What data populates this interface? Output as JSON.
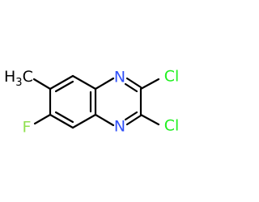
{
  "atoms": {
    "n_top": {
      "text": "N",
      "color": "#3050f8"
    },
    "n_bottom": {
      "text": "N",
      "color": "#3050f8"
    },
    "cl_top": {
      "text": "Cl",
      "color": "#1ff01f"
    },
    "cl_bottom": {
      "text": "Cl",
      "color": "#1ff01f"
    },
    "fluorine": {
      "text": "F",
      "color": "#90e050"
    },
    "methyl": {
      "text_main": "H",
      "text_sub": "3",
      "text_tail": "C",
      "color": "#000000"
    }
  },
  "bond_color": "#000000"
}
